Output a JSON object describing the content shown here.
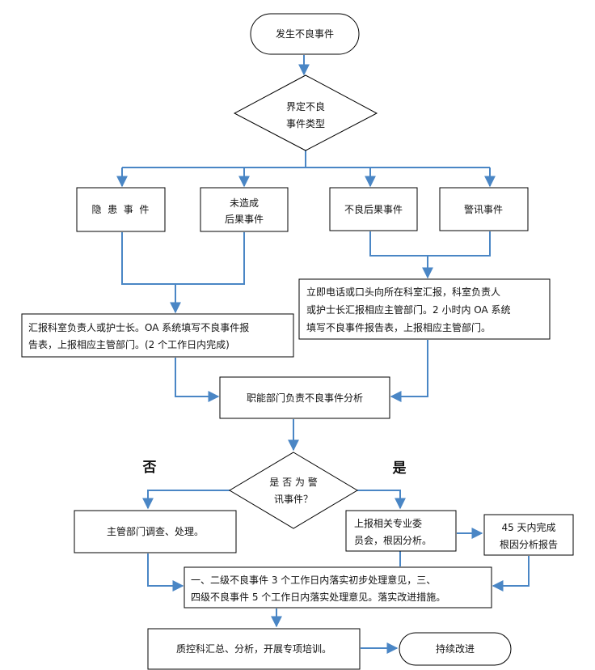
{
  "nodes": {
    "start": "发生不良事件",
    "decide_type": [
      "界定不良",
      "事件类型"
    ],
    "hidden_danger": "隐  患  事  件",
    "no_consequence": [
      "未造成",
      "后果事件"
    ],
    "adverse_consequence": "不良后果事件",
    "warning_event": "警讯事件",
    "report_head_nurse": [
      "汇报科室负责人或护士长。OA 系统填写不良事件报",
      "告表，上报相应主管部门。(2 个工作日内完成)"
    ],
    "immediate_report": [
      "立即电话或口头向所在科室汇报，科室负责人",
      "或护士长汇报相应主管部门。2 小时内 OA 系统",
      "填写不良事件报告表，上报相应主管部门。"
    ],
    "functional_analysis": "职能部门负责不良事件分析",
    "is_warning": [
      "是 否 为 警",
      "讯事件？"
    ],
    "label_no": "否",
    "label_yes": "是",
    "dept_investigate": "主管部门调查、处理。",
    "report_committee": [
      "上报相关专业委",
      "员会，根因分析。"
    ],
    "rca_report": [
      "45 天内完成",
      "根因分析报告"
    ],
    "handling_opinion": [
      "一、二级不良事件 3 个工作日内落实初步处理意见，三、",
      "四级不良事件 5 个工作日内落实处理意见。落实改进措施。"
    ],
    "qc_training": "质控科汇总、分析，开展专项培训。",
    "continuous_improvement": "持续改进"
  },
  "colors": {
    "connector": "#4a86c5",
    "border": "#000000"
  }
}
